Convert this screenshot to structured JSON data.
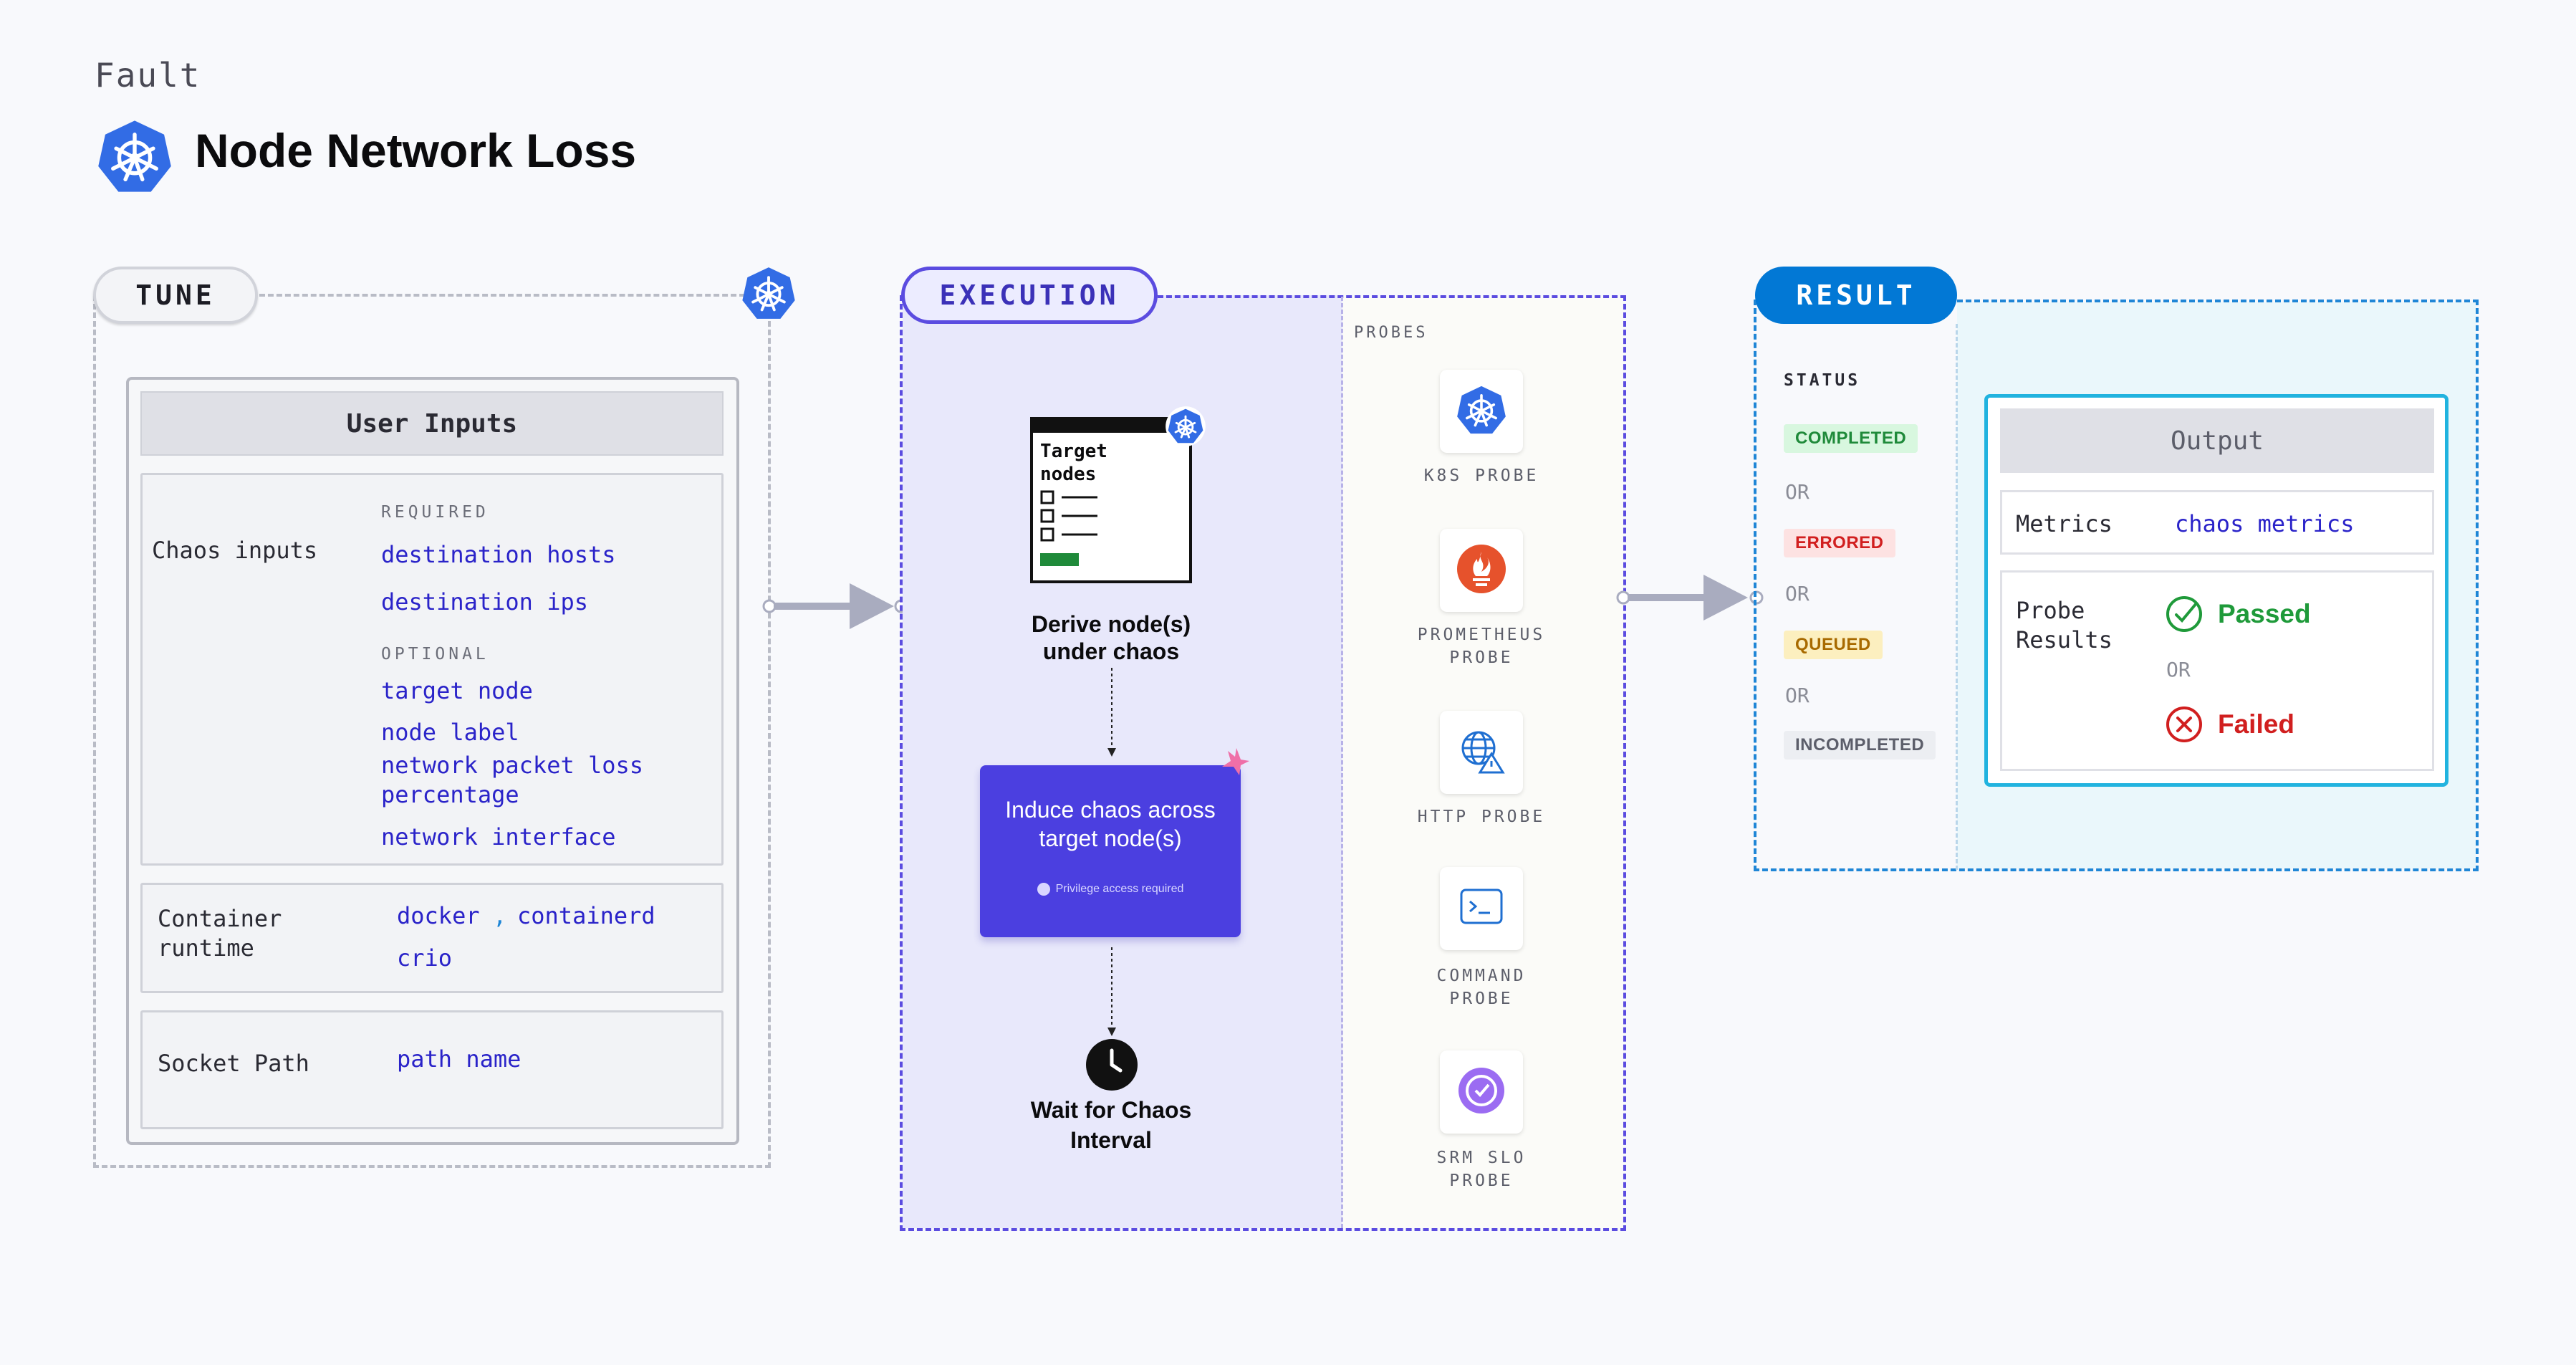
{
  "header": {
    "fault_label": "Fault",
    "title": "Node Network Loss"
  },
  "sections": {
    "tune": "TUNE",
    "execution": "EXECUTION",
    "result": "RESULT"
  },
  "user_inputs": {
    "title": "User Inputs",
    "chaos_inputs_label": "Chaos inputs",
    "required_label": "REQUIRED",
    "required": [
      "destination hosts",
      "destination ips"
    ],
    "optional_label": "OPTIONAL",
    "optional": [
      "target node",
      "node label",
      "network packet loss",
      "percentage",
      "network interface"
    ],
    "container_runtime_label": [
      "Container",
      "runtime"
    ],
    "container_runtime_values": {
      "first": "docker",
      "sep": ",",
      "second": "containerd",
      "third": "crio"
    },
    "socket_path_label": "Socket Path",
    "socket_path_value": "path name"
  },
  "execution": {
    "target_card": [
      "Target",
      "nodes"
    ],
    "derive_label": [
      "Derive node(s)",
      "under chaos"
    ],
    "induce_label": [
      "Induce chaos across",
      "target node(s)"
    ],
    "privilege_label": "Privilege access required",
    "wait_label": [
      "Wait for Chaos",
      "Interval"
    ],
    "probes_label": "PROBES",
    "probes": [
      {
        "name": [
          "K8S PROBE"
        ],
        "icon": "kubernetes-icon"
      },
      {
        "name": [
          "PROMETHEUS",
          "PROBE"
        ],
        "icon": "prometheus-icon"
      },
      {
        "name": [
          "HTTP PROBE"
        ],
        "icon": "http-globe-icon"
      },
      {
        "name": [
          "COMMAND",
          "PROBE"
        ],
        "icon": "terminal-icon"
      },
      {
        "name": [
          "SRM SLO",
          "PROBE"
        ],
        "icon": "slo-gauge-icon"
      }
    ]
  },
  "result": {
    "status_label": "STATUS",
    "statuses": [
      {
        "label": "COMPLETED",
        "bg": "#d8f7df",
        "fg": "#1f8a3a"
      },
      {
        "label": "ERRORED",
        "bg": "#fde2e2",
        "fg": "#d11f1f"
      },
      {
        "label": "QUEUED",
        "bg": "#fcefbf",
        "fg": "#a86a00"
      },
      {
        "label": "INCOMPLETED",
        "bg": "#eceef2",
        "fg": "#5c5e6a"
      }
    ],
    "or_label": "OR",
    "output_title": "Output",
    "metrics_label": "Metrics",
    "metrics_value": "chaos metrics",
    "probe_results_label": [
      "Probe",
      "Results"
    ],
    "passed_label": "Passed",
    "failed_label": "Failed"
  },
  "colors": {
    "accent": "#4b3fe0",
    "result_blue": "#0278d5",
    "k8s_blue": "#326ce5"
  }
}
